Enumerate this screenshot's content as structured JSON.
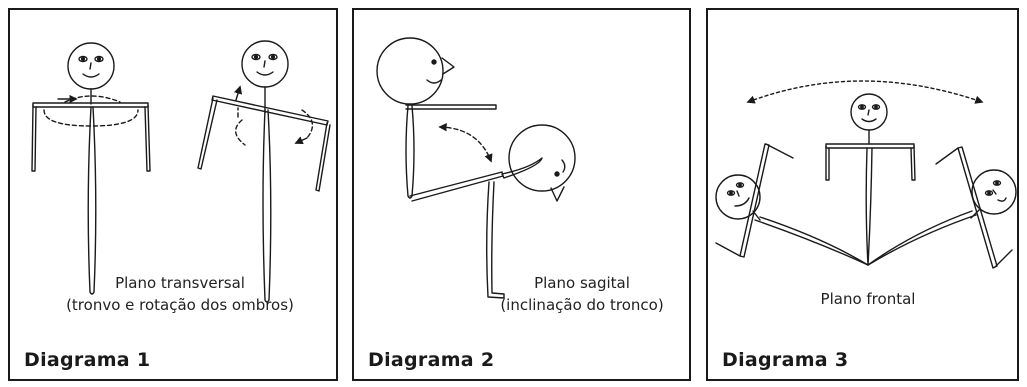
{
  "panels": [
    {
      "caption_line1": "Plano transversal",
      "caption_line2": "(tronvo e rotação dos ombros)",
      "label": "Diagrama 1"
    },
    {
      "caption_line1": "Plano sagital",
      "caption_line2": "(inclinação do tronco)",
      "label": "Diagrama 2"
    },
    {
      "caption_line1": "Plano frontal",
      "label": "Diagrama 3"
    }
  ]
}
